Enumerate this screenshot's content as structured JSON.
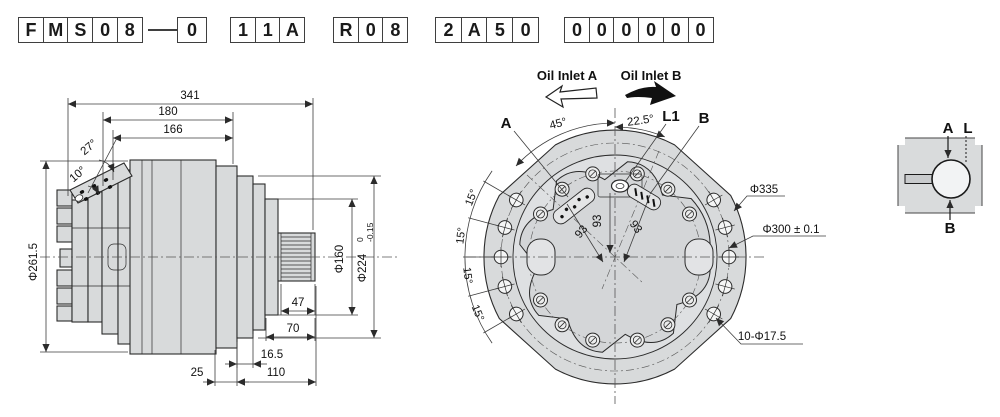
{
  "code": {
    "groups": [
      {
        "chars": [
          "F",
          "M",
          "S",
          "0",
          "8"
        ]
      },
      {
        "chars": [
          "0"
        ]
      },
      {
        "chars": [
          "1",
          "1",
          "A"
        ]
      },
      {
        "chars": [
          "R",
          "0",
          "8"
        ]
      },
      {
        "chars": [
          "2",
          "A",
          "5",
          "0"
        ]
      },
      {
        "chars": [
          "0",
          "0",
          "0",
          "0",
          "0",
          "0"
        ]
      }
    ]
  },
  "side": {
    "d341": "341",
    "d180": "180",
    "d166": "166",
    "a27": "27°",
    "a10": "10°",
    "d261": "Φ261.5",
    "d160": "Φ160",
    "d224": "Φ224",
    "d224_tol_top": "0",
    "d224_tol_bot": "-0.15",
    "d47": "47",
    "d70": "70",
    "d16_5": "16.5",
    "d25": "25",
    "d110": "110"
  },
  "front": {
    "oil_inlet_a": "Oil Inlet A",
    "oil_inlet_b": "Oil Inlet B",
    "label_a": "A",
    "label_l1": "L1",
    "label_b": "B",
    "a45": "45°",
    "a22_5": "22.5°",
    "deg15": [
      "15°",
      "15°",
      "15°",
      "15°"
    ],
    "r93": [
      "93",
      "93",
      "93"
    ],
    "d335": "Φ335",
    "d300": "Φ300 ± 0.1",
    "holes": "10-Φ17.5"
  },
  "schematic": {
    "label_a": "A",
    "label_l": "L",
    "label_b": "B"
  },
  "colors": {
    "body_fill": "#d8dadb",
    "line": "#2b2b2b",
    "solid_arrow": "#111111"
  }
}
